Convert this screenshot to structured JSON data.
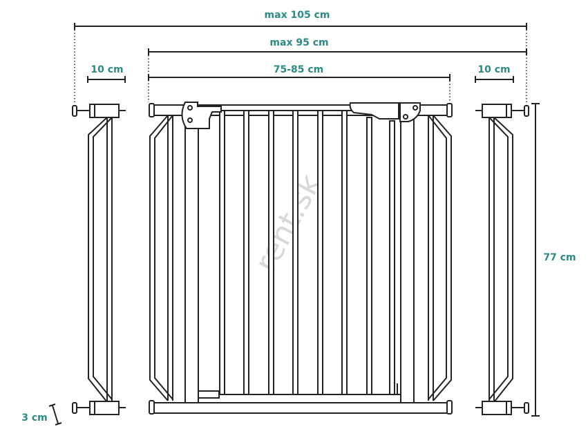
{
  "title": "Safety gate dimensions",
  "dimensions": {
    "max_total": "max 105 cm",
    "max_gate": "max 95 cm",
    "gate_range": "75-85 cm",
    "extension_left": "10 cm",
    "extension_right": "10 cm",
    "height": "77 cm",
    "bolt_gap": "3 cm"
  },
  "watermark": "rent.sk",
  "colors": {
    "label": "#2b8a86",
    "line": "#222222"
  }
}
